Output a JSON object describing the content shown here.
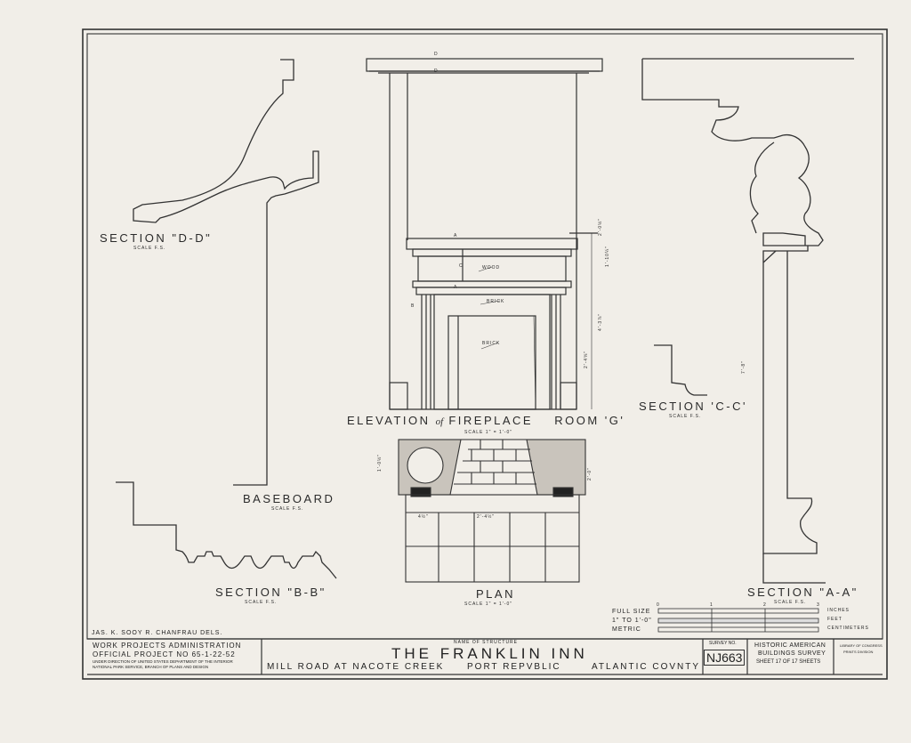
{
  "drawing": {
    "section_dd": {
      "title": "SECTION \"D-D\"",
      "scale": "SCALE F.S."
    },
    "baseboard": {
      "title": "BASEBOARD",
      "scale": "SCALE F.S."
    },
    "section_bb": {
      "title": "SECTION \"B-B\"",
      "scale": "SCALE F.S."
    },
    "elevation": {
      "title_a": "ELEVATION",
      "title_of": "of",
      "title_b": "FIREPLACE",
      "title_c": "ROOM 'G'",
      "scale": "SCALE 1\" = 1'-0\""
    },
    "plan": {
      "title": "PLAN",
      "scale": "SCALE 1\" = 1'-0\""
    },
    "section_cc": {
      "title": "SECTION 'C-C'",
      "scale": "SCALE F.S."
    },
    "section_aa": {
      "title": "SECTION \"A-A\"",
      "scale": "SCALE F.S."
    },
    "notes": {
      "wood": "WOOD",
      "brick1": "BRICK",
      "brick2": "BRICK"
    },
    "dims": {
      "d1": "2'-0½\"",
      "d2": "1'-10¼\"",
      "d3": "4'-3⅞\"",
      "d4": "2'-4⅝\"",
      "d5": "7'-8\"",
      "d6": "2'-0\"",
      "d7": "1'-0½\"",
      "d8": "2'-4½\"",
      "d9": "4½\""
    },
    "section_marks": {
      "d": "D",
      "a": "A",
      "b": "B",
      "c": "C"
    }
  },
  "scale_bar": {
    "label1": "FULL SIZE",
    "label2": "1\" TO 1'-0\"",
    "label3": "METRIC",
    "unit1": "INCHES",
    "unit2": "FEET",
    "unit3": "CENTIMETERS",
    "ticks": [
      "0",
      "1",
      "2",
      "3"
    ]
  },
  "credits": "JAS. K. SOOY  R. CHANFRAU  DELS.",
  "title_block": {
    "wpa_line1": "WORK PROJECTS ADMINISTRATION",
    "wpa_line2": "OFFICIAL PROJECT NO 65-1-22-52",
    "wpa_line3": "UNDER DIRECTION OF UNITED STATES DEPARTMENT OF THE INTERIOR",
    "wpa_line4": "NATIONAL PARK SERVICE, BRANCH OF PLANS AND DESIGN",
    "name_label": "NAME OF STRUCTURE",
    "name": "THE FRANKLIN INN",
    "addr1": "MILL ROAD AT NACOTE CREEK",
    "addr2": "PORT REPVBLIC",
    "addr3": "ATLANTIC COVNTY",
    "survey_label": "SURVEY NO.",
    "survey_no": "NJ663",
    "habs1": "HISTORIC AMERICAN",
    "habs2": "BUILDINGS SURVEY",
    "sheet": "SHEET 17 OF 17 SHEETS",
    "loc1": "LIBRARY OF CONGRESS",
    "loc2": "PRINTS DIVISION"
  }
}
